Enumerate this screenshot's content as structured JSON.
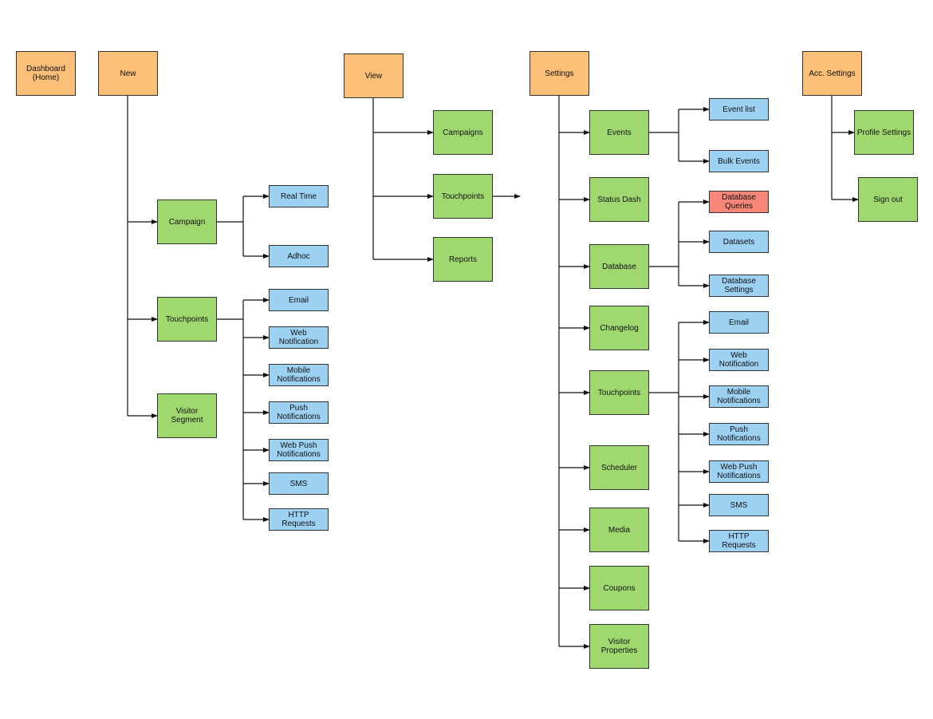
{
  "diagram": {
    "colors": {
      "top_level": "#fbbf77",
      "section": "#a0d870",
      "page": "#9dd1f2",
      "highlight": "#f78678",
      "connector": "#111111"
    },
    "top": {
      "dashboard": "Dashboard\n(Home)",
      "new": "New",
      "view": "View",
      "settings": "Settings",
      "acc_settings": "Acc. Settings"
    },
    "new": {
      "campaign": "Campaign",
      "campaign_children": [
        "Real Time",
        "Adhoc"
      ],
      "touchpoints": "Touchpoints",
      "touchpoints_children": [
        "Email",
        "Web Notification",
        "Mobile\nNotifications",
        "Push\nNotifications",
        "Web Push\nNotifications",
        "SMS",
        "HTTP Requests"
      ],
      "visitor_segment": "Visitor Segment"
    },
    "view": {
      "items": [
        "Campaigns",
        "Touchpoints",
        "Reports"
      ]
    },
    "settings": {
      "items": [
        "Events",
        "Status Dash",
        "Database",
        "Changelog",
        "Touchpoints",
        "Scheduler",
        "Media",
        "Coupons",
        "Visitor\nProperties"
      ],
      "events_children": [
        "Event list",
        "Bulk Events"
      ],
      "database_children": [
        "Database\nQueries",
        "Datasets",
        "Database\nSettings"
      ],
      "touchpoints_children": [
        "Email",
        "Web Notification",
        "Mobile\nNotifications",
        "Push\nNotifications",
        "Web Push\nNotifications",
        "SMS",
        "HTTP Requests"
      ]
    },
    "acc_settings": {
      "items": [
        "Profile Settings",
        "Sign out"
      ]
    }
  }
}
